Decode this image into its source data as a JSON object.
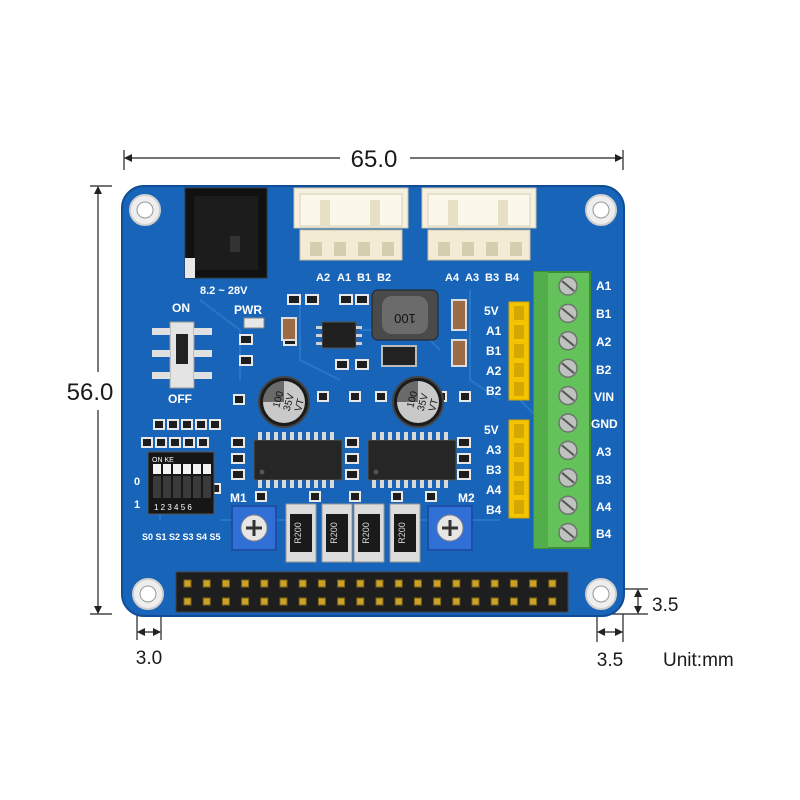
{
  "dimensions": {
    "width_label": "65.0",
    "height_label": "56.0",
    "hole_left_offset": "3.0",
    "hole_right_offset": "3.5",
    "hole_bottom_offset": "3.5",
    "unit": "Unit:mm"
  },
  "colors": {
    "pcb": "#1764b8",
    "pcb_edge": "#1253a0",
    "terminal": "#63c35a",
    "header_pins": "#f5c400",
    "pot": "#2f6fd6",
    "silkscreen": "#ffffff"
  },
  "board": {
    "power_input_label": "8.2 ~ 28V",
    "switch_on_label": "ON",
    "switch_off_label": "OFF",
    "pwr_led_label": "PWR",
    "connector1_labels": [
      "A2",
      "A1",
      "B1",
      "B2"
    ],
    "connector2_labels": [
      "A4",
      "A3",
      "B3",
      "B4"
    ],
    "header_top_labels": [
      "5V",
      "A1",
      "B1",
      "A2",
      "B2"
    ],
    "header_bottom_labels": [
      "5V",
      "A3",
      "B3",
      "A4",
      "B4"
    ],
    "terminal_labels": [
      "A1",
      "B1",
      "A2",
      "B2",
      "VIN",
      "GND",
      "A3",
      "B3",
      "A4",
      "B4"
    ],
    "dip_header": "ON   KE",
    "dip_row_on": "0",
    "dip_row_off": "1",
    "dip_numbers": "1 2 3 4 5 6",
    "dip_bottom_labels": "S0 S1 S2 S3 S4 S5",
    "motor1_label": "M1",
    "motor2_label": "M2",
    "inductor_text": "100",
    "cap_text_1": "100",
    "cap_text_2": "35V",
    "cap_text_3": "VT",
    "resistor_text": "R200"
  }
}
